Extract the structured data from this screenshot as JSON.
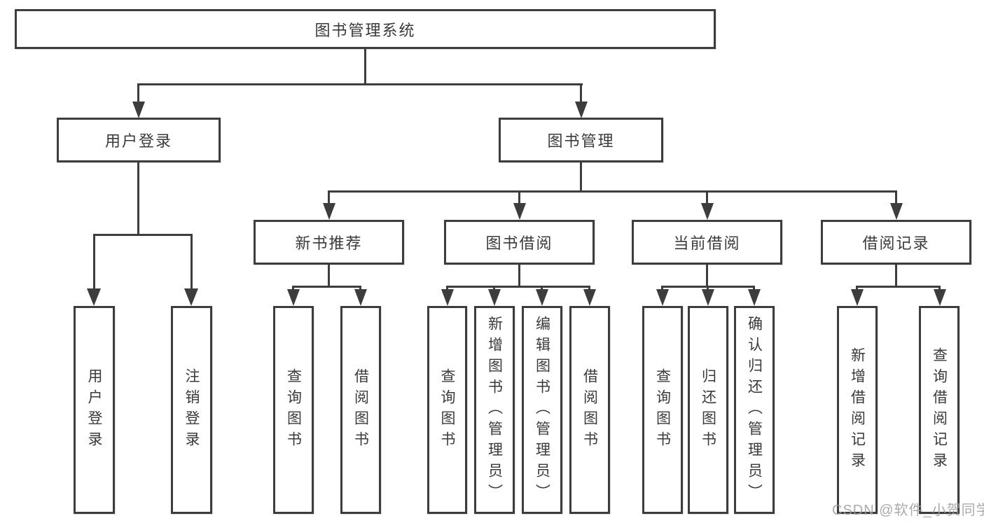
{
  "nodes": {
    "root": {
      "label": "图书管理系统"
    },
    "l2": [
      {
        "label": "用户登录"
      },
      {
        "label": "图书管理"
      }
    ],
    "l3": [
      {
        "label": "新书推荐"
      },
      {
        "label": "图书借阅"
      },
      {
        "label": "当前借阅"
      },
      {
        "label": "借阅记录"
      }
    ],
    "l4": [
      {
        "label": "用户登录"
      },
      {
        "label": "注销登录"
      },
      {
        "label": "查询图书"
      },
      {
        "label": "借阅图书"
      },
      {
        "label": "查询图书"
      },
      {
        "label": "新增图书（管理员）"
      },
      {
        "label": "编辑图书（管理员）"
      },
      {
        "label": "借阅图书"
      },
      {
        "label": "查询图书"
      },
      {
        "label": "归还图书"
      },
      {
        "label": "确认归还（管理员）"
      },
      {
        "label": "新增借阅记录"
      },
      {
        "label": "查询借阅记录"
      }
    ]
  },
  "watermark": {
    "label": "CSDN @软件_小贺同学"
  },
  "colors": {
    "line": "#3d3d3d",
    "text": "#3a3a3a",
    "watermark": "#9e9e9e",
    "background": "#ffffff"
  }
}
